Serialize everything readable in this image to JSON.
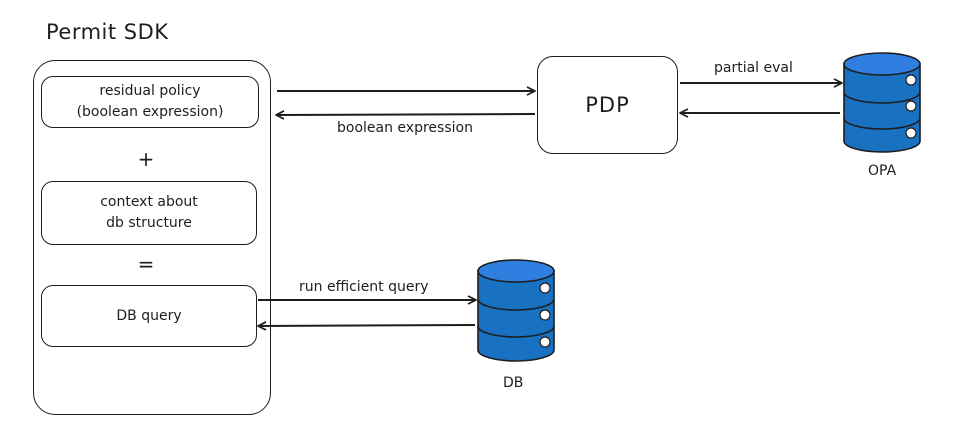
{
  "title": "Permit SDK",
  "sdk": {
    "residual_line1": "residual policy",
    "residual_line2": "(boolean expression)",
    "plus": "+",
    "context_line1": "context about",
    "context_line2": "db structure",
    "equals": "=",
    "db_query": "DB query"
  },
  "pdp_label": "PDP",
  "edges": {
    "boolean_expression": "boolean expression",
    "partial_eval": "partial eval",
    "run_efficient_query": "run efficient query"
  },
  "databases": {
    "opa_label": "OPA",
    "db_label": "DB"
  },
  "colors": {
    "db_fill": "#1971c2",
    "db_fill_light": "#2f7fe0",
    "stroke": "#1e1e1e"
  }
}
